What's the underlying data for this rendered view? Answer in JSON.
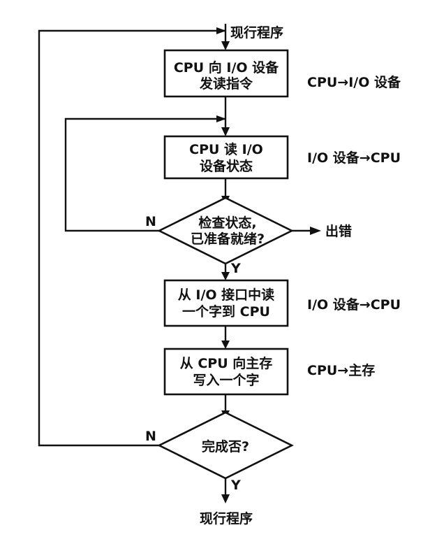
{
  "flow": {
    "start_label": "现行程序",
    "end_label": "现行程序",
    "yes_label": "Y",
    "no_label": "N",
    "error_label": "出错",
    "steps": [
      {
        "lines": [
          "CPU 向 I/O 设备",
          "发读指令"
        ],
        "annotation": "CPU→I/O 设备"
      },
      {
        "lines": [
          "CPU 读  I/O",
          "设备状态"
        ],
        "annotation": "I/O 设备→CPU"
      },
      {
        "lines": [
          "检查状态,",
          "已准备就绪?"
        ],
        "annotation": ""
      },
      {
        "lines": [
          "从  I/O 接口中读",
          "一个字到  CPU"
        ],
        "annotation": "I/O 设备→CPU"
      },
      {
        "lines": [
          "从  CPU 向主存",
          "写入一个字"
        ],
        "annotation": "CPU→主存"
      },
      {
        "lines": [
          "完成否?"
        ],
        "annotation": ""
      }
    ]
  }
}
